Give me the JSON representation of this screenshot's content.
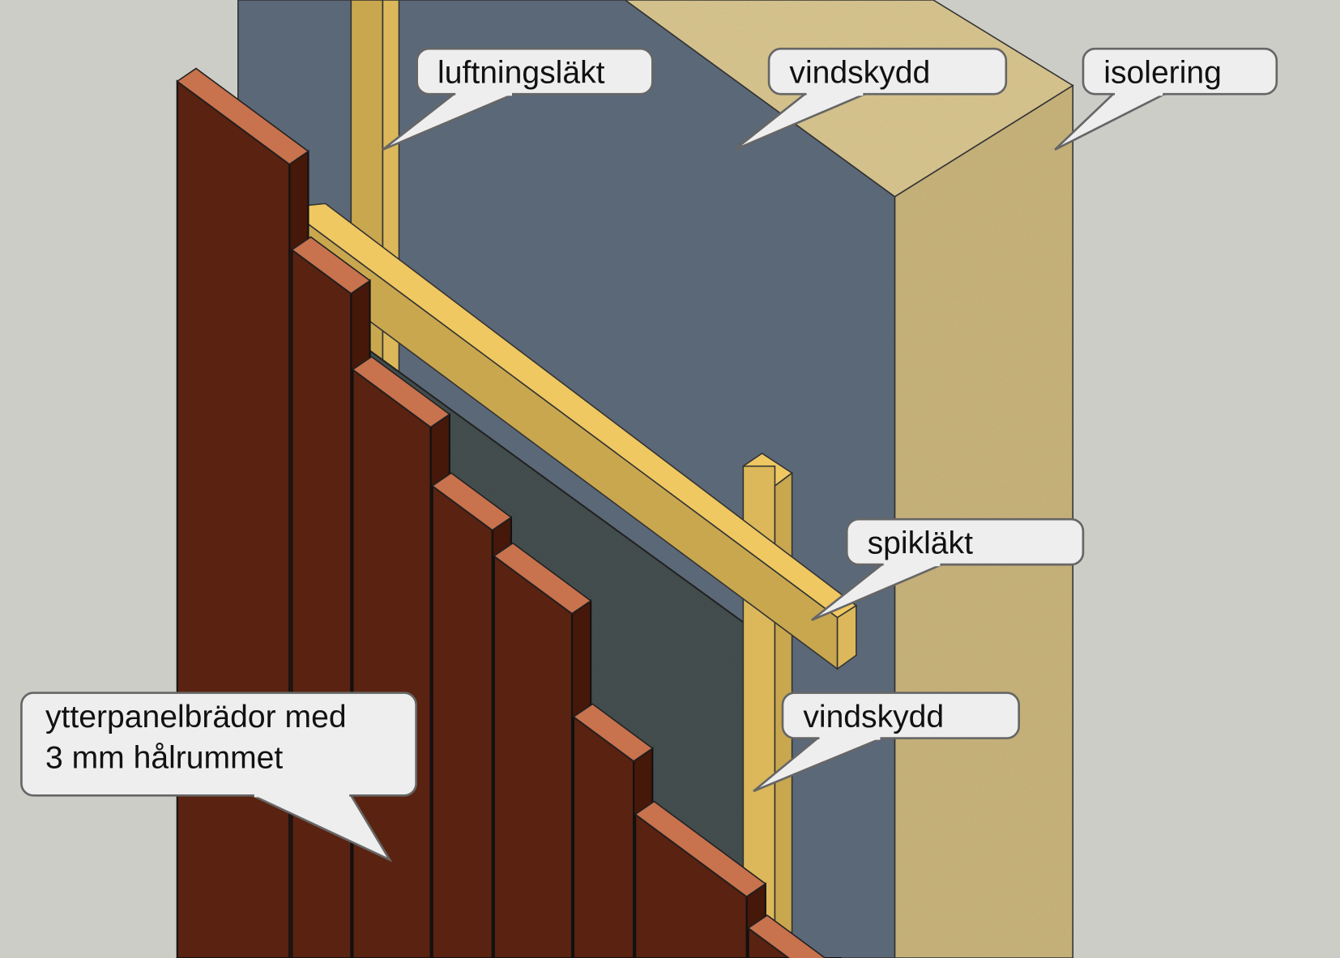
{
  "title": "Wall cross-section with ventilated cladding",
  "labels": {
    "luftningslakt": "luftningsläkt",
    "vindskydd_top": "vindskydd",
    "isolering": "isolering",
    "spiklakt": "spikläkt",
    "vindskydd_bottom": "vindskydd",
    "ytterpanel_line1": "ytterpanelbrädor med",
    "ytterpanel_line2": "3 mm hålrummet"
  },
  "colors": {
    "background": "#cdcdc8",
    "wind_barrier": "#5b6878",
    "insulation_front": "#c9b47c",
    "insulation_top": "#d9c690",
    "batten_front": "#c9a74f",
    "batten_top": "#efc862",
    "fabric": "#454f4f",
    "board_front": "#5a2210",
    "board_side": "#45180a",
    "board_top": "#c8724e",
    "callout_fill": "#eeeeee",
    "callout_stroke": "#666666"
  }
}
